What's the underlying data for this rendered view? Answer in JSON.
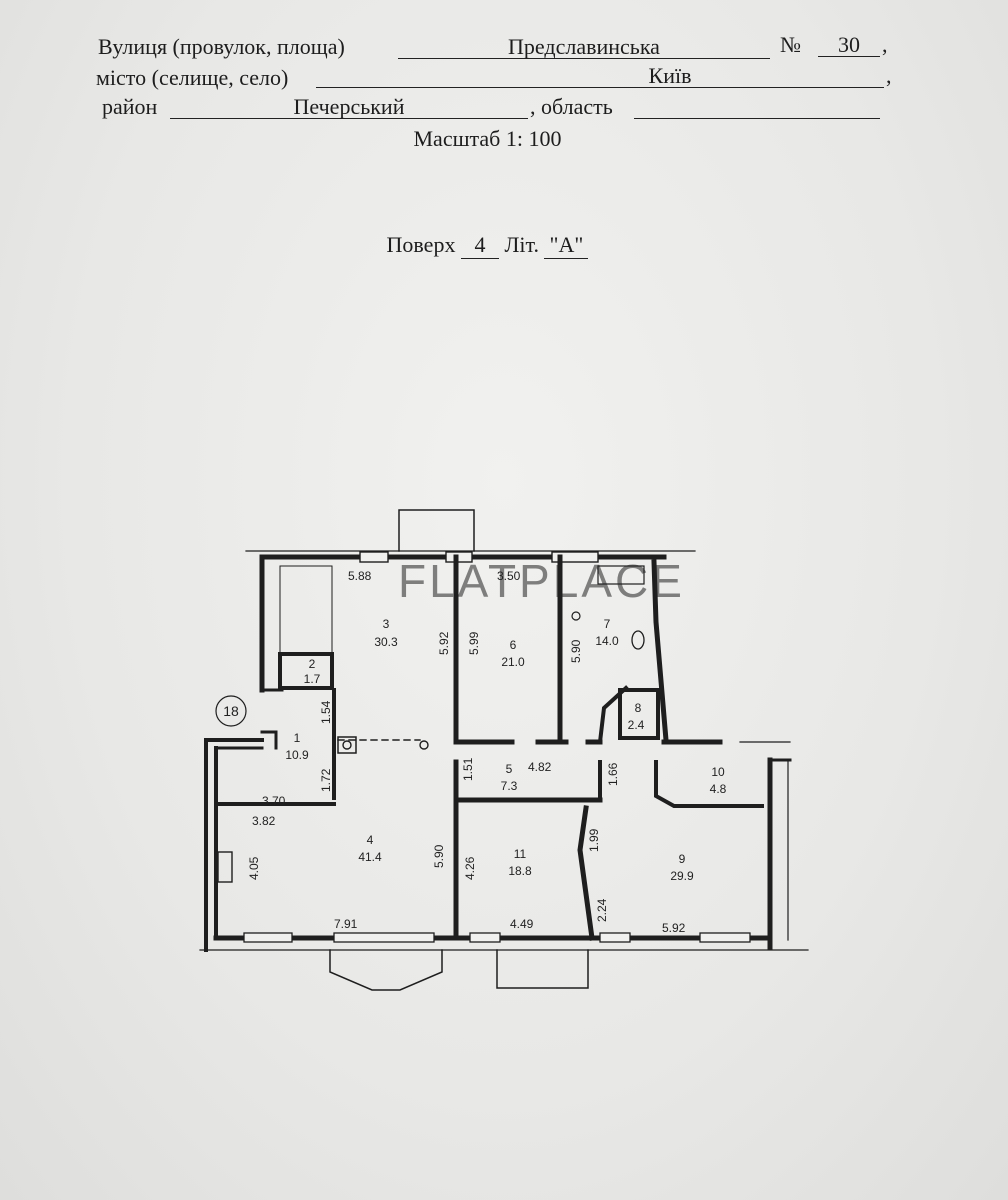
{
  "header": {
    "street_label": "Вулиця (провулок, площа)",
    "street_value": "Предславинська",
    "number_label": "№",
    "number_value": "30",
    "city_label": "місто (селище, село)",
    "city_value": "Київ",
    "district_label": "район",
    "district_value": "Печерський",
    "region_label": ", область",
    "region_value": "",
    "scale": "Масштаб 1: 100"
  },
  "floor": {
    "floor_label": "Поверх",
    "floor_value": "4",
    "letter_label": "Літ.",
    "letter_value": "\"А\""
  },
  "watermark": {
    "text": "FLATPLACE"
  },
  "plan": {
    "label_18": "18",
    "rooms": [
      {
        "num": "1",
        "area": "10.9"
      },
      {
        "num": "2",
        "area": "1.7"
      },
      {
        "num": "3",
        "area": "30.3"
      },
      {
        "num": "4",
        "area": "41.4"
      },
      {
        "num": "5",
        "area": "7.3"
      },
      {
        "num": "6",
        "area": "21.0"
      },
      {
        "num": "7",
        "area": "14.0"
      },
      {
        "num": "8",
        "area": "2.4"
      },
      {
        "num": "9",
        "area": "29.9"
      },
      {
        "num": "10",
        "area": "4.8"
      },
      {
        "num": "11",
        "area": "18.8"
      }
    ],
    "dims": {
      "d_588": "5.88",
      "d_350": "3.50",
      "d_592a": "5.92",
      "d_599": "5.99",
      "d_590a": "5.90",
      "d_154": "1.54",
      "d_172": "1.72",
      "d_370": "3.70",
      "d_382": "3.82",
      "d_151": "1.51",
      "d_482": "4.82",
      "d_166": "1.66",
      "d_405": "4.05",
      "d_590b": "5.90",
      "d_426": "4.26",
      "d_199": "1.99",
      "d_224": "2.24",
      "d_791": "7.91",
      "d_449": "4.49",
      "d_592b": "5.92"
    }
  }
}
